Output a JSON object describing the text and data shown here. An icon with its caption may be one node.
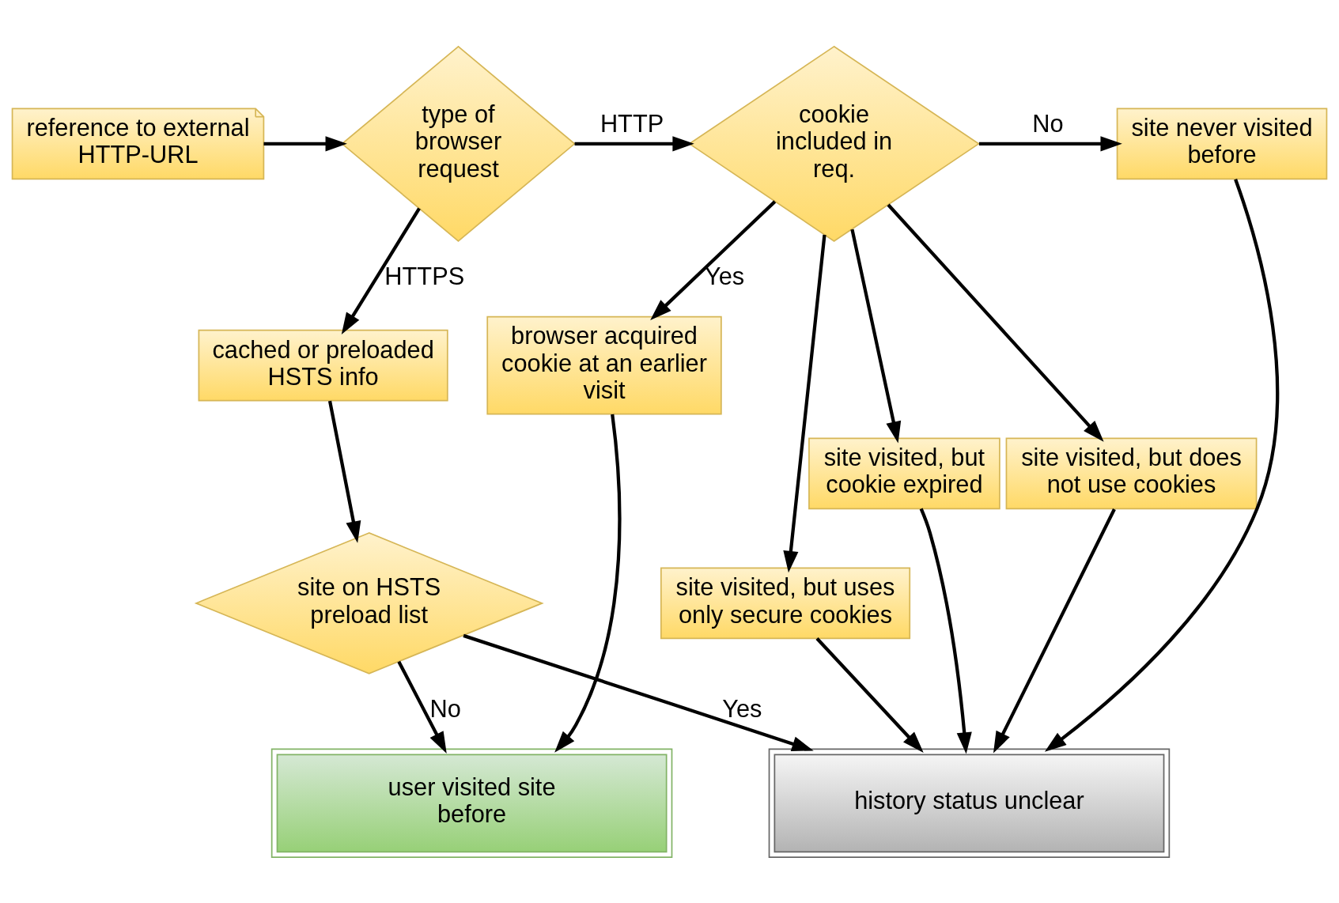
{
  "diagram": {
    "nodes": [
      {
        "text": [
          "reference to external HTTP-URL"
        ]
      },
      {
        "text": [
          "type of browser request"
        ]
      },
      {
        "text": [
          "cookie included in req."
        ]
      },
      {
        "text": [
          "site never visited before"
        ]
      },
      {
        "text": [
          "site visited, but cookie expired"
        ]
      },
      {
        "text": [
          "site visited, but does not use cookies"
        ]
      },
      {
        "text": [
          "site visited, but uses only secure cookies"
        ]
      },
      {
        "text": [
          "cached or preloaded HSTS info"
        ]
      },
      {
        "text": [
          "browser acquired cookie at an earlier visit"
        ]
      },
      {
        "text": [
          "site on HSTS preload list"
        ]
      },
      {
        "text": [
          "user visited site before"
        ]
      },
      {
        "text": [
          "history status unclear"
        ]
      }
    ],
    "edges": [
      {
        "from": 0,
        "to": 1,
        "arrow": "to"
      },
      {
        "from": 1,
        "to": 2,
        "label": "HTTP",
        "arrow": "to"
      },
      {
        "from": 1,
        "to": 7,
        "label": "HTTPS",
        "arrow": "to"
      },
      {
        "from": 2,
        "to": 3,
        "label": "No",
        "arrow": "to"
      },
      {
        "from": 2,
        "to": 4,
        "arrow": "to"
      },
      {
        "from": 2,
        "to": 5,
        "arrow": "to"
      },
      {
        "from": 2,
        "to": 6,
        "arrow": "to"
      },
      {
        "from": 2,
        "to": 8,
        "label": "Yes",
        "arrow": "to"
      },
      {
        "from": 7,
        "to": 9,
        "arrow": "to"
      },
      {
        "from": 8,
        "to": 10,
        "arrow": "to"
      },
      {
        "from": 9,
        "to": 10,
        "label": "No",
        "arrow": "to"
      },
      {
        "from": 9,
        "to": 11,
        "label": "Yes",
        "arrow": "to"
      },
      {
        "from": 3,
        "to": 11,
        "arrow": "to"
      },
      {
        "from": 4,
        "to": 11,
        "arrow": "to"
      },
      {
        "from": 5,
        "to": 11,
        "arrow": "to"
      },
      {
        "from": 6,
        "to": 11,
        "arrow": "to"
      }
    ]
  }
}
